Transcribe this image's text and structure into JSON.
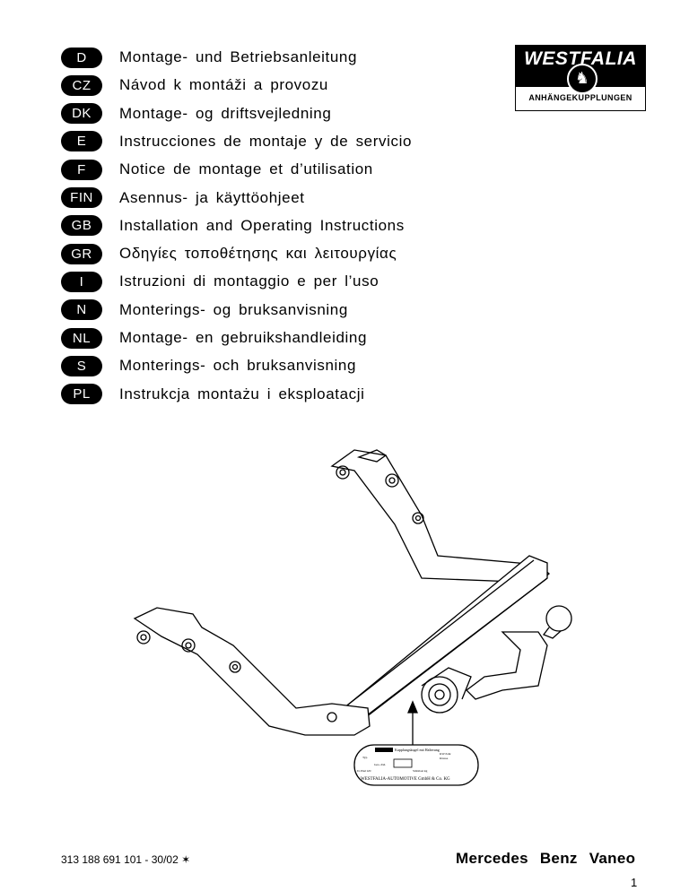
{
  "languages": [
    {
      "code": "D",
      "title": "Montage- und Betriebsanleitung"
    },
    {
      "code": "CZ",
      "title": "Návod k montáži a provozu"
    },
    {
      "code": "DK",
      "title": "Montage- og driftsvejledning"
    },
    {
      "code": "E",
      "title": "Instrucciones de montaje y de servicio"
    },
    {
      "code": "F",
      "title": "Notice de montage et d’utilisation"
    },
    {
      "code": "FIN",
      "title": "Asennus- ja käyttöohjeet"
    },
    {
      "code": "GB",
      "title": "Installation and Operating Instructions"
    },
    {
      "code": "GR",
      "title": "Οδηγίες τοποθέτησης και λειτουργίας"
    },
    {
      "code": "I",
      "title": "Istruzioni di montaggio e per l’uso"
    },
    {
      "code": "N",
      "title": "Monterings- og bruksanvisning"
    },
    {
      "code": "NL",
      "title": "Montage- en gebruikshandleiding"
    },
    {
      "code": "S",
      "title": "Monterings- och bruksanvisning"
    },
    {
      "code": "PL",
      "title": "Instrukcja montażu i eksploatacji"
    }
  ],
  "logo": {
    "brand": "WESTFALIA",
    "subtitle": "ANHÄNGEKUPPLUNGEN"
  },
  "plate": {
    "heading": "Kupplungskugel mit Halterung",
    "type": "Typ",
    "approval": "Ges.-Zul.",
    "dvalue": "D-Wert kN",
    "load": "Stützlast kg",
    "year": "KW/Jahr",
    "class": "Klasse",
    "maker": "WESTFALIA-AUTOMOTIVE GmbH & Co. KG"
  },
  "footer": {
    "doc_number": "313 188 691 101 - 30/02 ✶",
    "model": "Mercedes Benz Vaneo",
    "page": "1"
  }
}
